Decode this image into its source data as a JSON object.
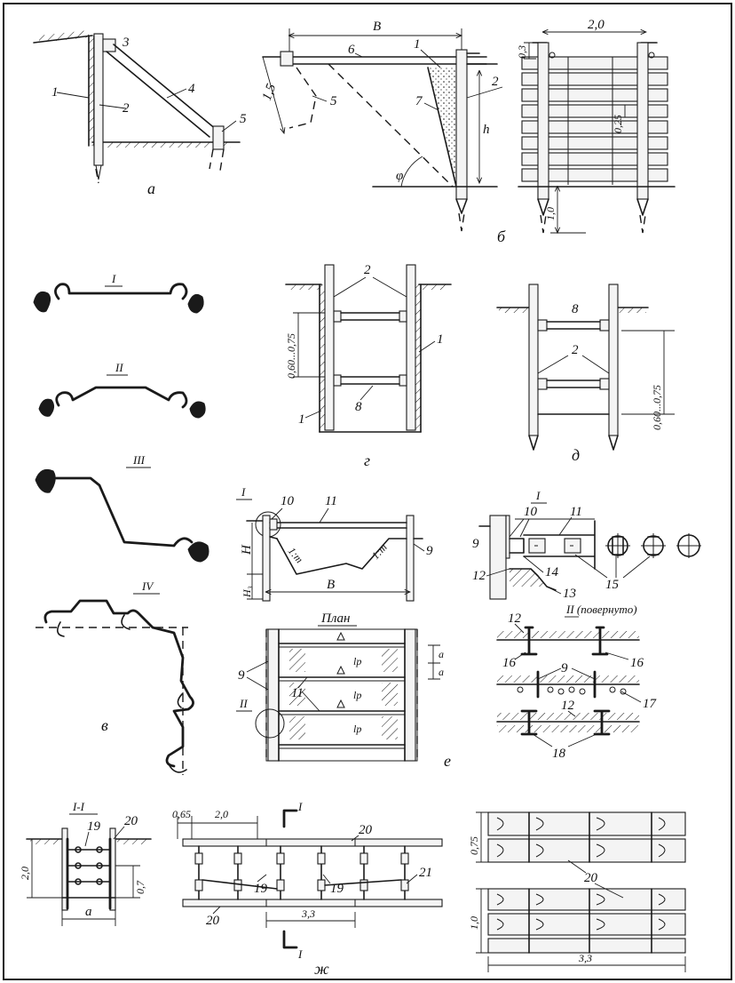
{
  "captions": {
    "a": "а",
    "b": "б",
    "v": "в",
    "g": "г",
    "d": "д",
    "e": "е",
    "zh": "ж"
  },
  "fig_a": {
    "labels": [
      "1",
      "2",
      "3",
      "4",
      "5"
    ]
  },
  "fig_b": {
    "labels": [
      "1",
      "2",
      "5",
      "6",
      "7"
    ],
    "dims": {
      "B": "B",
      "h": "h",
      "phi": "φ",
      "d15": "1,5",
      "d20": "2,0",
      "d03": "0,3",
      "d025": "0,25",
      "d10": "1,0"
    }
  },
  "fig_v": {
    "roman": [
      "I",
      "II",
      "III",
      "IV"
    ]
  },
  "fig_g": {
    "labels": [
      "2",
      "1",
      "8",
      "1"
    ],
    "dim": "0,60...0,75"
  },
  "fig_d": {
    "labels": [
      "8",
      "2"
    ],
    "dim": "0,60...0,75"
  },
  "fig_e": {
    "labels": [
      "I",
      "10",
      "11",
      "9",
      "1:m",
      "1:m"
    ],
    "dims": {
      "H": "H",
      "H3": "H₃",
      "B": "B",
      "a": "a",
      "lp": "lр"
    },
    "plan_title": "План",
    "plan_labels": [
      "9",
      "11",
      "II"
    ],
    "detail_I": {
      "roman": "I",
      "labels": [
        "10",
        "11",
        "9",
        "12",
        "14",
        "13",
        "15"
      ]
    },
    "detail_II": {
      "title": "II (повернуто)",
      "labels": [
        "12",
        "16",
        "16",
        "9",
        "17",
        "12",
        "18"
      ]
    }
  },
  "fig_zh": {
    "section_title": "I-I",
    "section_labels": [
      "19",
      "20"
    ],
    "section_dims": {
      "d20": "2,0",
      "d07": "0,7",
      "a": "a"
    },
    "side_dims": {
      "d065": "0,65",
      "d20": "2,0",
      "d33": "3,3"
    },
    "side_labels": [
      "I",
      "20",
      "19",
      "19",
      "21",
      "20",
      "I"
    ],
    "panel_dims": {
      "d075": "0,75",
      "d10": "1,0",
      "d33": "3,3"
    },
    "panel_label": "20"
  }
}
